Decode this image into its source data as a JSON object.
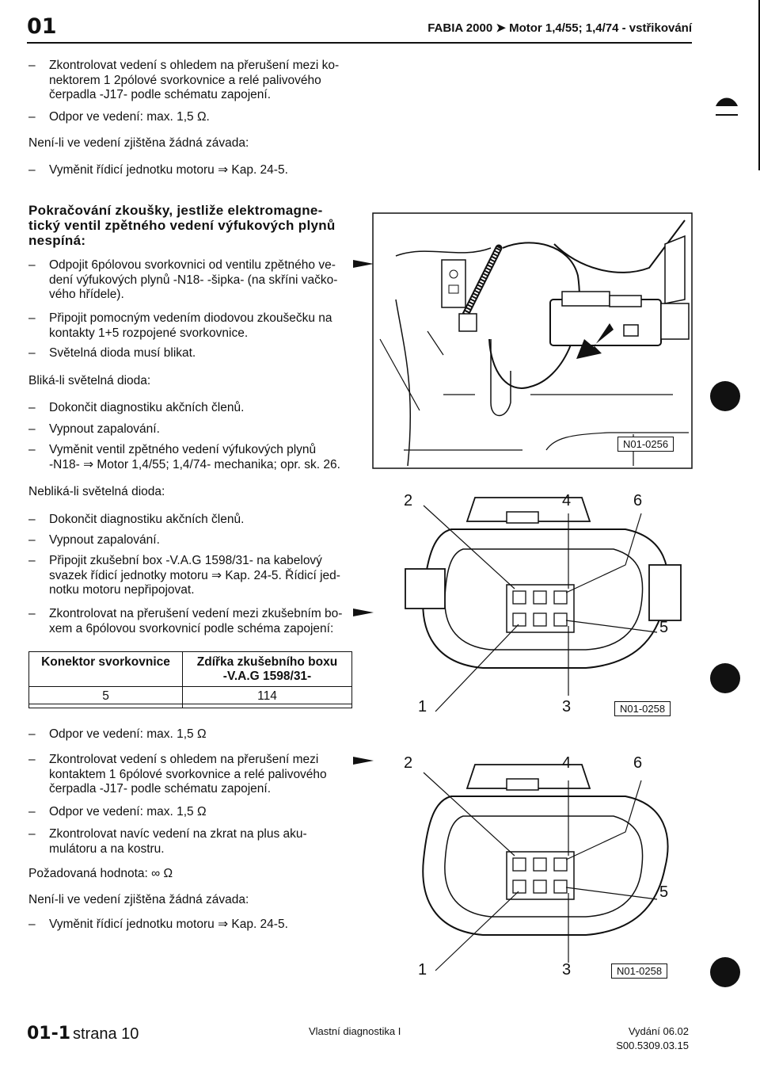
{
  "header": {
    "chapter": "01",
    "title": "FABIA 2000 ➤ Motor 1,4/55; 1,4/74 - vstřikování"
  },
  "block1": [
    "Zkontrolovat vedení s ohledem na přerušení mezi ko-",
    "nektorem 1 2pólové svorkovnice a relé palivového",
    "čerpadla -J17- podle schématu zapojení.",
    "Odpor ve vedení: max. 1,5 Ω.",
    "Není-li ve vedení  zjištěna žádná závada:",
    "Vyměnit řídicí jednotku motoru ⇒ Kap. 24-5."
  ],
  "heading": [
    "Pokračování zkoušky, jestliže elektromagne-",
    "tický ventil zpětného vedení výfukových plynů",
    "nespíná:"
  ],
  "block2": [
    "Odpojit 6pólovou svorkovnici od  ventilu zpětného ve-",
    "dení výfukových plynů -N18- -šipka- (na skříni vačko-",
    "vého hřídele).",
    "Připojit pomocným vedením diodovou zkoušečku  na",
    "kontakty 1+5 rozpojené svorkovnice.",
    "Světelná dioda musí blikat.",
    "Bliká-li světelná dioda:",
    "Dokončit diagnostiku akčních členů.",
    "Vypnout zapalování.",
    "Vyměnit ventil zpětného vedení výfukových plynů",
    "-N18- ⇒ Motor 1,4/55; 1,4/74- mechanika; opr. sk. 26.",
    "Nebliká-li světelná dioda:",
    "Dokončit diagnostiku akčních členů.",
    "Vypnout zapalování.",
    "Připojit zkušební box -V.A.G 1598/31- na kabelový",
    "svazek řídicí jednotky motoru ⇒ Kap. 24-5. Řídicí jed-",
    "notku motoru nepřipojovat.",
    "Zkontrolovat na přerušení vedení mezi zkušebním bo-",
    "xem a 6pólovou svorkovnicí podle schéma zapojení:"
  ],
  "table": {
    "col1_header": "Konektor svorkovnice",
    "col2_header_line1": "Zdířka zkušebního boxu",
    "col2_header_line2": "-V.A.G 1598/31-",
    "rows": [
      {
        "c1": "5",
        "c2": "114"
      }
    ]
  },
  "block3": [
    "Odpor ve vedení: max. 1,5 Ω",
    "Zkontrolovat vedení s ohledem na přerušení mezi",
    "kontaktem 1 6pólové svorkovnice a relé palivového",
    "čerpadla -J17- podle schématu zapojení.",
    "Odpor ve vedení: max. 1,5 Ω",
    "Zkontrolovat navíc vedení na zkrat na plus aku-",
    "mulátoru a na kostru.",
    "Požadovaná hodnota: ∞ Ω",
    "Není-li ve vedení  zjištěna žádná závada:",
    "Vyměnit řídicí jednotku motoru ⇒ Kap. 24-5."
  ],
  "figures": {
    "fig1_code": "N01-0256",
    "fig2_code": "N01-0258",
    "fig3_code": "N01-0258",
    "pin_labels": [
      "2",
      "4",
      "6",
      "5",
      "1",
      "3"
    ]
  },
  "footer": {
    "chapter": "01-1",
    "page": "strana 10",
    "center": "Vlastní diagnostika I",
    "edition": "Vydání 06.02",
    "code": "S00.5309.03.15"
  }
}
